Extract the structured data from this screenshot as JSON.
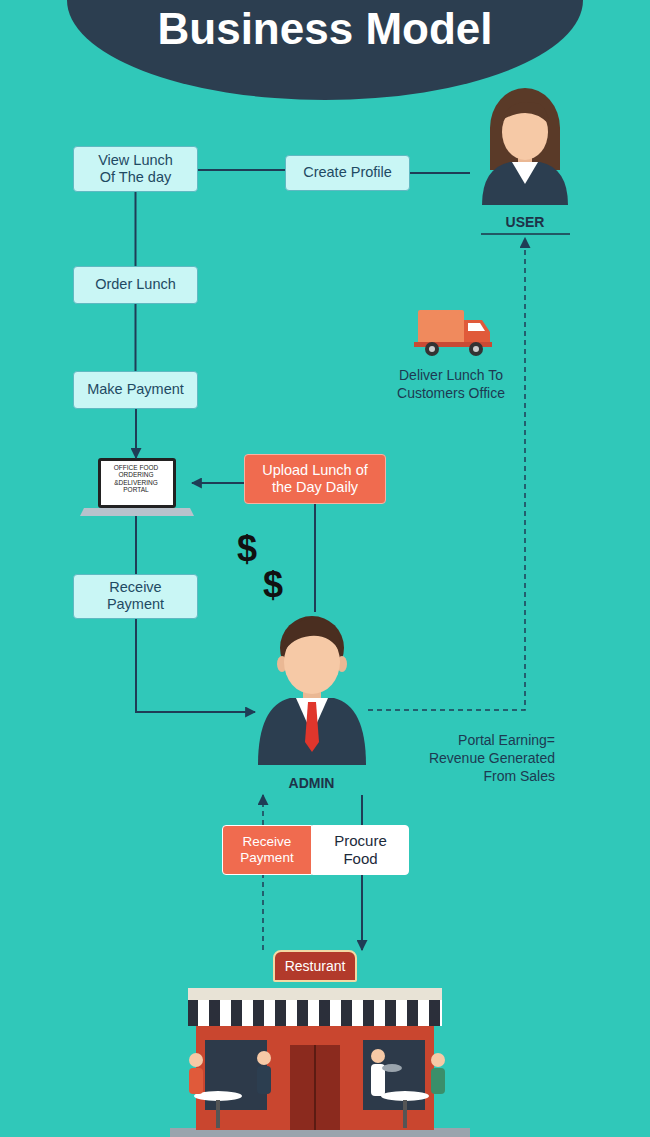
{
  "diagram": {
    "title": "Business Model",
    "nodes": [
      {
        "text": [
          "View Lunch Of The day"
        ]
      },
      {
        "text": [
          "Create Profile"
        ]
      },
      {
        "text": [
          "USER"
        ]
      },
      {
        "text": [
          "Order Lunch"
        ]
      },
      {
        "text": [
          "Make Payment"
        ]
      },
      {
        "text": [
          "OFFICE FOOD ORDERING &DELIVERING PORTAL"
        ]
      },
      {
        "text": [
          "Upload Lunch of the Day Daily"
        ]
      },
      {
        "text": [
          "Receive Payment"
        ]
      },
      {
        "text": [
          "ADMIN"
        ]
      },
      {
        "text": [
          "Receive Payment"
        ]
      },
      {
        "text": [
          "Procure Food"
        ]
      },
      {
        "text": [
          "Resturant"
        ]
      }
    ],
    "edges": [
      {
        "from": 2,
        "to": 1,
        "arrow": "none"
      },
      {
        "from": 1,
        "to": 0,
        "arrow": "none"
      },
      {
        "from": 0,
        "to": 3,
        "arrow": "none"
      },
      {
        "from": 3,
        "to": 4,
        "arrow": "none"
      },
      {
        "from": 4,
        "to": 5,
        "arrow": "to"
      },
      {
        "from": 6,
        "to": 5,
        "arrow": "to"
      },
      {
        "from": 8,
        "to": 6,
        "arrow": "none"
      },
      {
        "from": 5,
        "to": 7,
        "arrow": "none"
      },
      {
        "from": 7,
        "to": 8,
        "arrow": "to"
      },
      {
        "from": 8,
        "to": 2,
        "arrow": "to"
      },
      {
        "from": 8,
        "to": 10,
        "arrow": "none"
      },
      {
        "from": 10,
        "to": 11,
        "arrow": "to"
      },
      {
        "from": 11,
        "to": 9,
        "arrow": "none"
      },
      {
        "from": 9,
        "to": 8,
        "arrow": "to"
      }
    ],
    "labels": [
      "Deliver Lunch To Customers Office",
      "$",
      "$",
      "Portal Earning= Revenue Generated From Sales"
    ]
  }
}
